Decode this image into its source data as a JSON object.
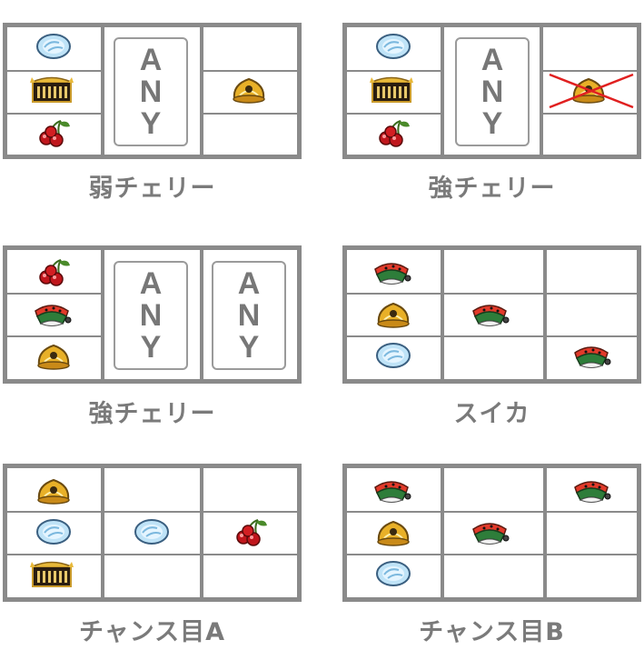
{
  "panels": [
    {
      "caption": "弱チェリー",
      "any_reels": [
        1
      ]
    },
    {
      "caption": "強チェリー",
      "any_reels": [
        1
      ]
    },
    {
      "caption": "強チェリー",
      "any_reels": [
        1,
        2
      ]
    },
    {
      "caption": "スイカ",
      "any_reels": []
    },
    {
      "caption": "チャンス目A",
      "any_reels": []
    },
    {
      "caption": "チャンス目B",
      "any_reels": []
    }
  ],
  "any_text": [
    "A",
    "N",
    "Y"
  ],
  "colors": {
    "grid": "#8a8a8a",
    "caption": "#7a7a7a",
    "cross": "#e02020"
  },
  "symbol_names": {
    "replay": "replay-icon (blue ice gem)",
    "bar": "bar-icon (gold theater banner)",
    "cherry": "cherry-icon",
    "bell": "bell-icon (gold bag)",
    "watermelon": "watermelon-icon"
  }
}
